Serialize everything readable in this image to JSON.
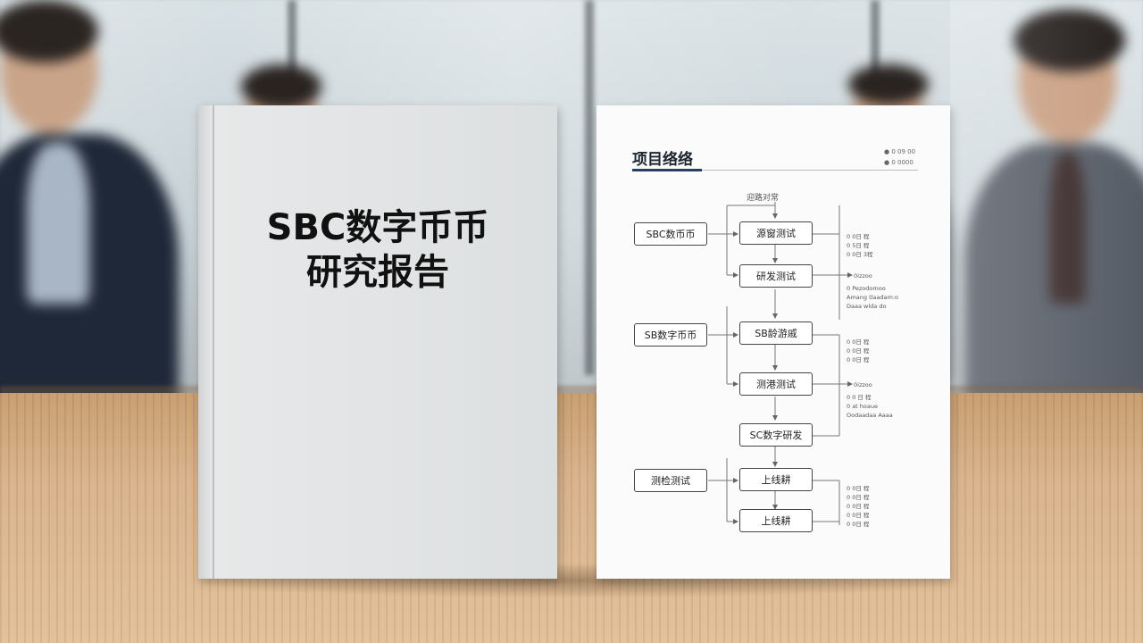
{
  "booklet": {
    "title_line1": "SBC数字币币",
    "title_line2": "研究报告"
  },
  "sheet": {
    "title": "项目络络",
    "legend": [
      "0 09 00",
      "0 0000"
    ],
    "top_node": "迎路对常",
    "left_nodes": [
      "SBC数币币",
      "SB数字币币",
      "测检测试"
    ],
    "center_nodes": [
      "源窗测试",
      "研发测试",
      "SB龄游戚",
      "测港测试",
      "SC数字研发",
      "上线耕",
      "上线耕"
    ],
    "notes": {
      "group1": [
        "0 0日 程",
        "0 5日 程",
        "0 0日 3程"
      ],
      "arrow1": "0izzoo",
      "group2": [
        "0 Pezodomoo",
        "Amang tlaadam:o",
        "Daaa wlda do"
      ],
      "group3": [
        "0 0日 程",
        "0 0日 程",
        "0 0日 程"
      ],
      "arrow2": "0izzoo",
      "group4": [
        "0 0 日 程",
        "0 at hoaue",
        "Oodaadaa Aaaa"
      ],
      "group5": [
        "0 0日 程",
        "0 0日 程",
        "0 0日 程",
        "0 0日 程",
        "0 0日 程"
      ]
    }
  },
  "colors": {
    "accent": "#2a3f5f",
    "table": "#d6b08a",
    "paper": "#fbfbfb",
    "booklet": "#e2e4e5"
  }
}
